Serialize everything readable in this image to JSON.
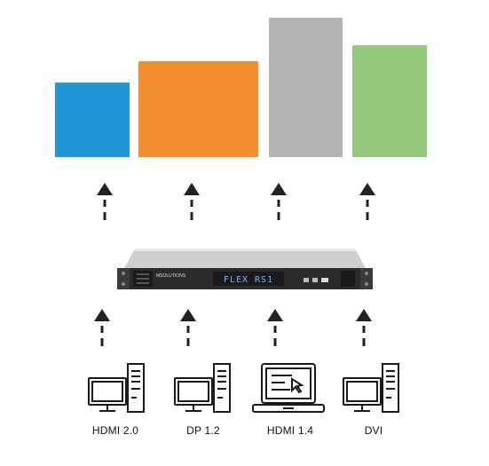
{
  "device": {
    "logo_text": "FLEX RS1",
    "brand_text": "MSOLUTIONS"
  },
  "screens": [
    {
      "id": "blue",
      "color": "#1f97d6"
    },
    {
      "id": "orange",
      "color": "#f28e2b"
    },
    {
      "id": "gray",
      "color": "#b3b3b3"
    },
    {
      "id": "green",
      "color": "#93c97a"
    }
  ],
  "sources": [
    {
      "label": "HDMI 2.0",
      "icon": "desktop-computer-icon"
    },
    {
      "label": "DP 1.2",
      "icon": "desktop-computer-icon"
    },
    {
      "label": "HDMI 1.4",
      "icon": "laptop-icon"
    },
    {
      "label": "DVI",
      "icon": "desktop-computer-icon"
    }
  ],
  "colors": {
    "arrow": "#222222",
    "icon_stroke": "#1a1a1a",
    "device_body": "#2b2b2b"
  }
}
